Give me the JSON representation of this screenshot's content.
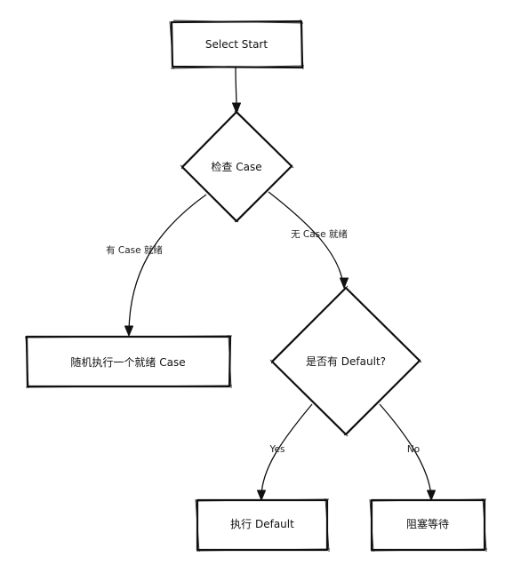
{
  "nodes": {
    "start": {
      "label": "Select Start"
    },
    "check": {
      "label": "检查 Case"
    },
    "random": {
      "label": "随机执行一个就绪 Case"
    },
    "has_default": {
      "label": "是否有 Default?"
    },
    "exec_default": {
      "label": "执行 Default"
    },
    "block": {
      "label": "阻塞等待"
    }
  },
  "edges": {
    "start_check": {
      "label": ""
    },
    "check_random": {
      "label": "有 Case 就绪"
    },
    "check_default": {
      "label": "无 Case 就绪"
    },
    "default_exec": {
      "label": "Yes"
    },
    "default_block": {
      "label": "No"
    }
  }
}
